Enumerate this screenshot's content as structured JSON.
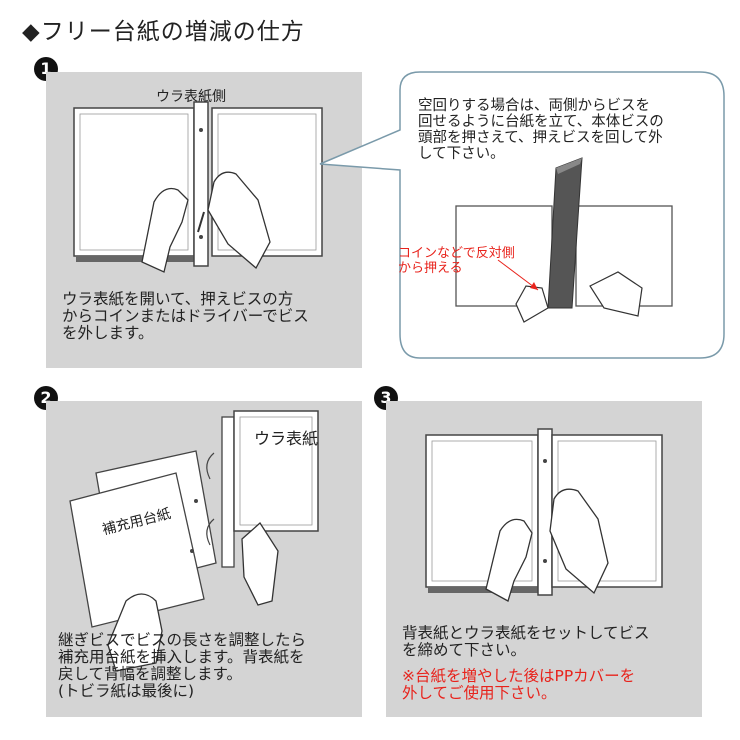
{
  "title": "◆フリー台紙の増減の仕方",
  "step1": {
    "badge": "1",
    "caption": "ウラ表紙側",
    "text": "ウラ表紙を開いて、押えビスの方\nからコインまたはドライバーでビス\nを外します。",
    "bubble_text": "空回りする場合は、両側からビスを\n回せるように台紙を立て、本体ビスの\n頭部を押さえて、押えビスを回して外\nして下さい。",
    "coin_label": "コインなどで反対側\nから押える"
  },
  "step2": {
    "badge": "2",
    "text": "継ぎビスでビスの長さを調整したら\n補充用台紙を挿入します。背表紙を\n戻して背幅を調整します。\n(トビラ紙は最後に)",
    "sheet_label_left": "補充用台紙",
    "sheet_label_right": "ウラ表紙"
  },
  "step3": {
    "badge": "3",
    "text": "背表紙とウラ表紙をセットしてビス\nを締めて下さい。",
    "note": "※台紙を増やした後はPPカバーを\n外してご使用下さい。"
  },
  "colors": {
    "panel": "#d4d4d4",
    "accent_red": "#e8231c",
    "badge": "#111111"
  }
}
